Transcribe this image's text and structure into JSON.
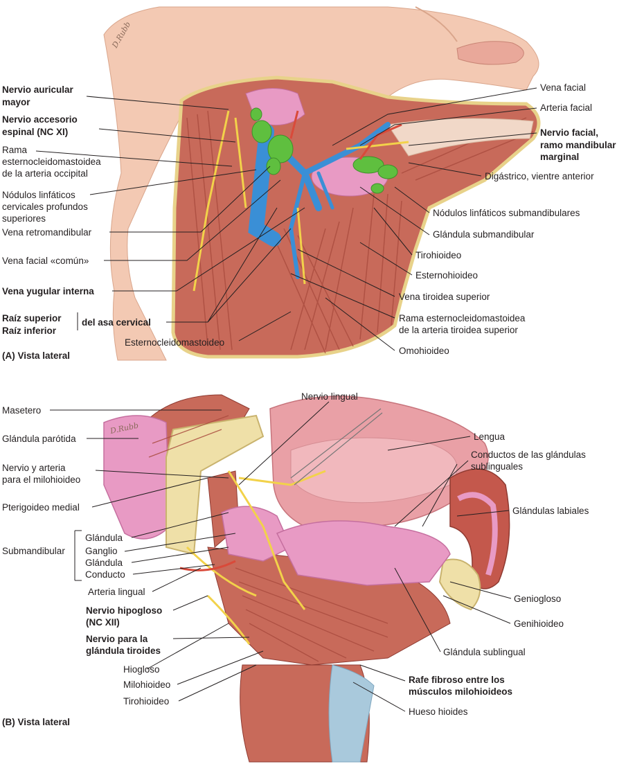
{
  "panels": [
    {
      "id": "A",
      "caption": "(A) Vista lateral"
    },
    {
      "id": "B",
      "caption": "(B) Vista lateral"
    }
  ],
  "labels_a_left": [
    {
      "text": "Nervio auricular",
      "bold": true
    },
    {
      "text": "mayor",
      "bold": true
    },
    {
      "text": "Nervio accesorio",
      "bold": true
    },
    {
      "text": "espinal (NC XI)",
      "bold": true
    },
    {
      "text": "Rama",
      "bold": false
    },
    {
      "text": "esternocleidomastoidea",
      "bold": false
    },
    {
      "text": "de la arteria occipital",
      "bold": false
    },
    {
      "text": "Nódulos linfáticos",
      "bold": false
    },
    {
      "text": "cervicales profundos",
      "bold": false
    },
    {
      "text": "superiores",
      "bold": false
    },
    {
      "text": "Vena retromandibular",
      "bold": false
    },
    {
      "text": "Vena facial «común»",
      "bold": false
    },
    {
      "text": "Vena yugular interna",
      "bold": true
    },
    {
      "text": "Raíz superior",
      "bold": true
    },
    {
      "text": "Raíz inferior",
      "bold": true
    },
    {
      "text": "del asa cervical",
      "bold": true
    },
    {
      "text": "Esternocleidomastoideo",
      "bold": false
    }
  ],
  "labels_a_right": [
    {
      "text": "Vena facial",
      "bold": false
    },
    {
      "text": "Arteria facial",
      "bold": false
    },
    {
      "text": "Nervio facial,",
      "bold": true
    },
    {
      "text": "ramo mandibular",
      "bold": true
    },
    {
      "text": "marginal",
      "bold": true
    },
    {
      "text": "Digástrico, vientre anterior",
      "bold": false
    },
    {
      "text": "Nódulos linfáticos submandibulares",
      "bold": false
    },
    {
      "text": "Glándula submandibular",
      "bold": false
    },
    {
      "text": "Tirohioideo",
      "bold": false
    },
    {
      "text": "Esternohioideo",
      "bold": false
    },
    {
      "text": "Vena tiroidea superior",
      "bold": false
    },
    {
      "text": "Rama esternocleidomastoidea",
      "bold": false
    },
    {
      "text": "de la arteria tiroidea superior",
      "bold": false
    },
    {
      "text": "Omohioideo",
      "bold": false
    }
  ],
  "labels_b_left": [
    {
      "text": "Masetero",
      "bold": false
    },
    {
      "text": "Glándula parótida",
      "bold": false
    },
    {
      "text": "Nervio y arteria",
      "bold": false
    },
    {
      "text": "para el milohioideo",
      "bold": false
    },
    {
      "text": "Pterigoideo medial",
      "bold": false
    },
    {
      "text": "Submandibular",
      "bold": false
    },
    {
      "text": "Glándula",
      "bold": false
    },
    {
      "text": "Ganglio",
      "bold": false
    },
    {
      "text": "Glándula",
      "bold": false
    },
    {
      "text": "Conducto",
      "bold": false
    },
    {
      "text": "Arteria lingual",
      "bold": false
    },
    {
      "text": "Nervio hipogloso",
      "bold": true
    },
    {
      "text": "(NC XII)",
      "bold": true
    },
    {
      "text": "Nervio para la",
      "bold": true
    },
    {
      "text": "glándula tiroides",
      "bold": true
    },
    {
      "text": "Hiogloso",
      "bold": false
    },
    {
      "text": "Milohioideo",
      "bold": false
    },
    {
      "text": "Tirohioideo",
      "bold": false
    }
  ],
  "labels_b_right": [
    {
      "text": "Nervio lingual",
      "bold": false
    },
    {
      "text": "Lengua",
      "bold": false
    },
    {
      "text": "Conductos de las glándulas",
      "bold": false
    },
    {
      "text": "sublinguales",
      "bold": false
    },
    {
      "text": "Glándulas labiales",
      "bold": false
    },
    {
      "text": "Geniogloso",
      "bold": false
    },
    {
      "text": "Genihioideo",
      "bold": false
    },
    {
      "text": "Glándula sublingual",
      "bold": false
    },
    {
      "text": "Rafe fibroso entre los",
      "bold": true
    },
    {
      "text": "músculos milohioideos",
      "bold": true
    },
    {
      "text": "Hueso hioides",
      "bold": false
    }
  ],
  "signature": "D.Rubb",
  "colors": {
    "skin": "#f3c9b3",
    "muscle": "#c86a5a",
    "muscle_dark": "#a94b3e",
    "vein": "#3a8fd6",
    "lymph": "#5fbf3f",
    "gland": "#e89ac4",
    "nerve": "#f2d24a",
    "bone": "#efe0a8",
    "text": "#231f20"
  }
}
